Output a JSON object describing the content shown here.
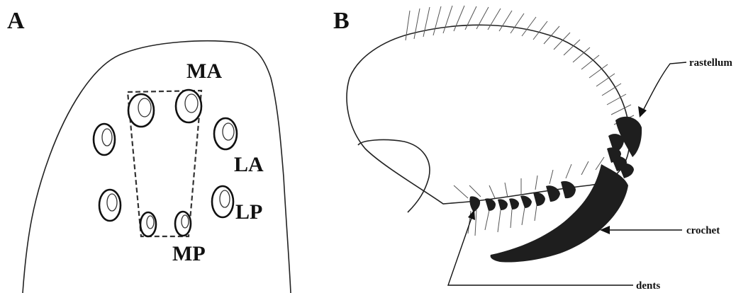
{
  "panels": {
    "a": {
      "letter": "A",
      "labels": {
        "ma": "MA",
        "la": "LA",
        "lp": "LP",
        "mp": "MP"
      }
    },
    "b": {
      "letter": "B",
      "labels": {
        "rastellum": "rastellum",
        "crochet": "crochet",
        "dents": "dents"
      }
    }
  },
  "colors": {
    "ink": "#111111",
    "fill": "#1e1e1e"
  }
}
